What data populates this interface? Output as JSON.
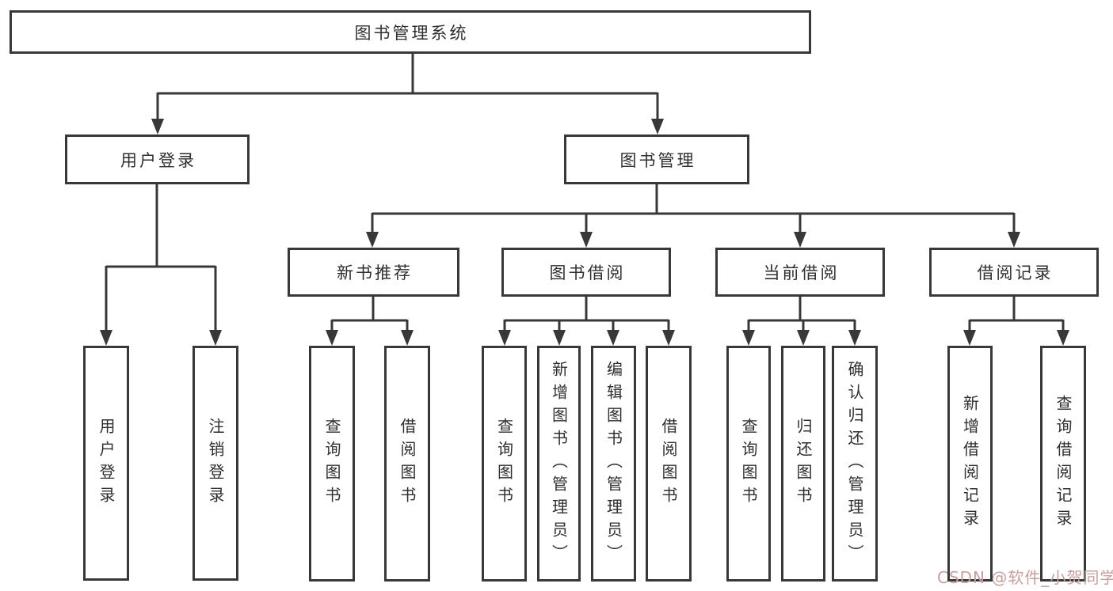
{
  "diagram": {
    "colors": {
      "line": "#383838",
      "text": "#2f2f2f",
      "box_background": "#ffffff",
      "watermark": "#c89e9e"
    },
    "watermark": "CSDN @软件_小贺同学",
    "nodes": {
      "root": {
        "label": "图书管理系统"
      },
      "user_login": {
        "label": "用户登录"
      },
      "book_mgmt": {
        "label": "图书管理"
      },
      "new_book_rec": {
        "label": "新书推荐"
      },
      "book_borrow": {
        "label": "图书借阅"
      },
      "current_borrow": {
        "label": "当前借阅"
      },
      "borrow_records": {
        "label": "借阅记录"
      },
      "leaf_user_login": {
        "label": "用户登录"
      },
      "leaf_logout": {
        "label": "注销登录"
      },
      "leaf_query_book_1": {
        "label": "查询图书"
      },
      "leaf_borrow_book_1": {
        "label": "借阅图书"
      },
      "leaf_query_book_2": {
        "label": "查询图书"
      },
      "leaf_add_book": {
        "label": "新增图书（管理员）"
      },
      "leaf_edit_book": {
        "label": "编辑图书（管理员）"
      },
      "leaf_borrow_book_2": {
        "label": "借阅图书"
      },
      "leaf_query_book_3": {
        "label": "查询图书"
      },
      "leaf_return_book": {
        "label": "归还图书"
      },
      "leaf_confirm_return": {
        "label": "确认归还（管理员）"
      },
      "leaf_add_record": {
        "label": "新增借阅记录"
      },
      "leaf_query_record": {
        "label": "查询借阅记录"
      }
    }
  }
}
